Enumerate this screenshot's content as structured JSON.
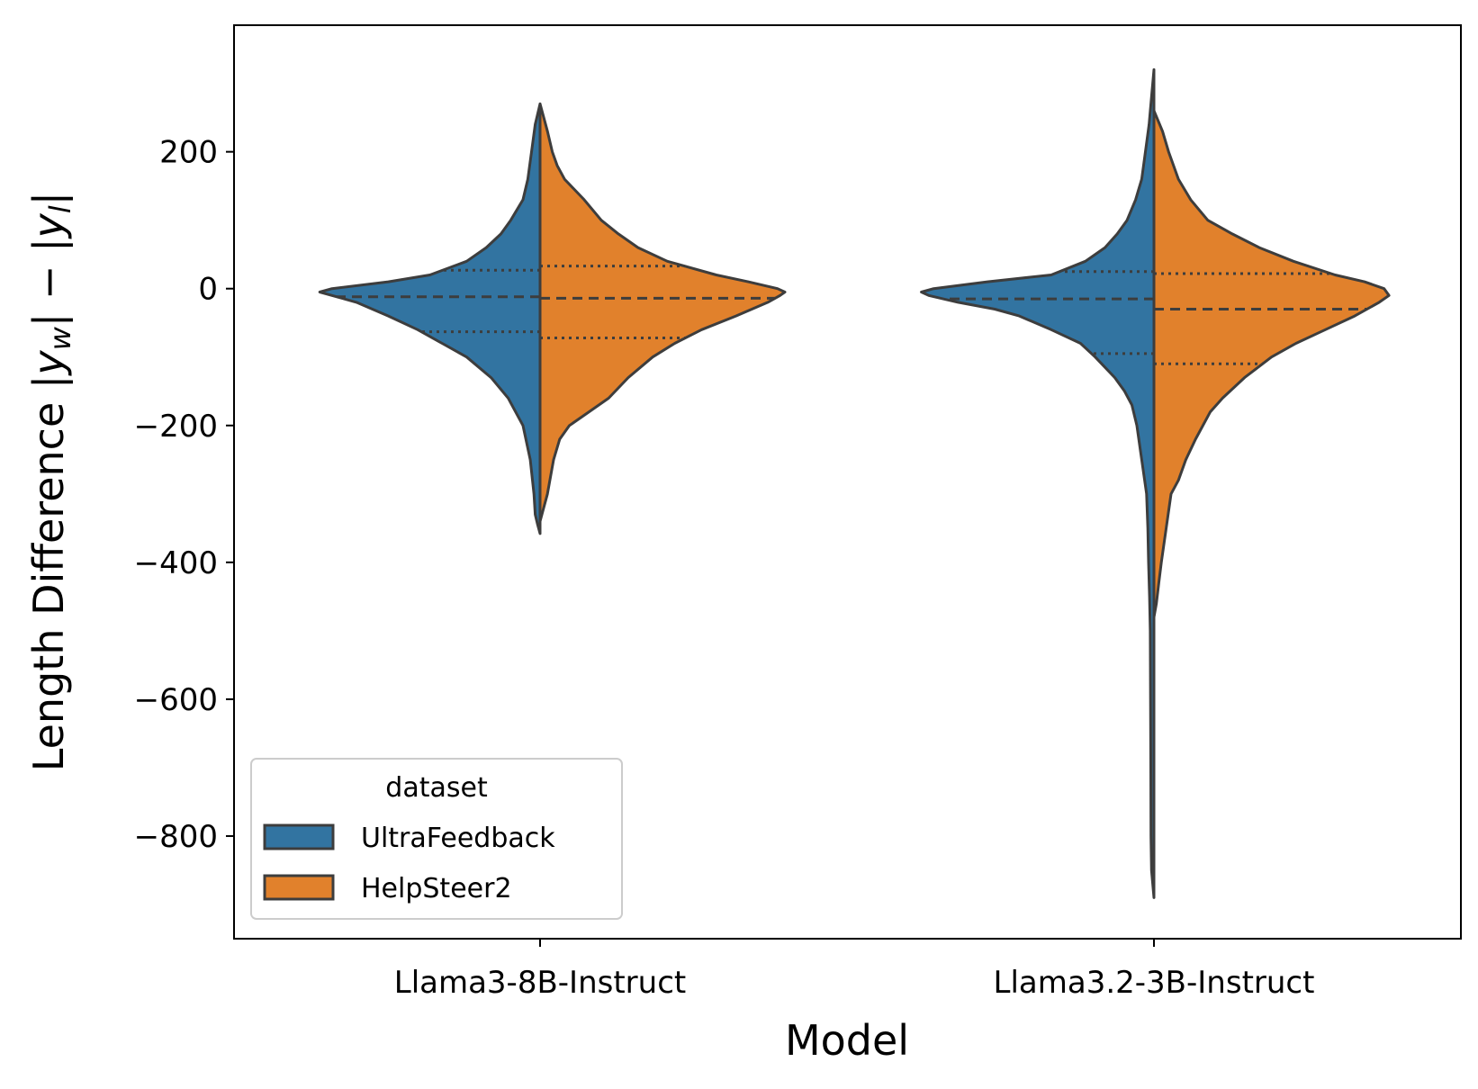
{
  "chart_data": {
    "type": "violin",
    "split": true,
    "categories": [
      "Llama3-8B-Instruct",
      "Llama3.2-3B-Instruct"
    ],
    "xlabel": "Model",
    "ylabel_parts": {
      "prefix": "Length Difference |",
      "y1": "y",
      "s1": "w",
      "mid": "| − |",
      "y2": "y",
      "s2": "l",
      "suffix": "|"
    },
    "ylim": [
      -950,
      385
    ],
    "yticks": [
      200,
      0,
      -200,
      -400,
      -600,
      -800
    ],
    "ytick_labels": [
      "200",
      "0",
      "−200",
      "−400",
      "−600",
      "−800"
    ],
    "legend": {
      "title": "dataset",
      "position": "lower-left",
      "entries": [
        {
          "label": "UltraFeedback",
          "color": "#3274a1"
        },
        {
          "label": "HelpSteer2",
          "color": "#e1812c"
        }
      ]
    },
    "colors": {
      "UltraFeedback": "#3274a1",
      "HelpSteer2": "#e1812c",
      "outline": "#3d3d3d"
    },
    "series": [
      {
        "name": "UltraFeedback",
        "side": "left",
        "groups": [
          {
            "category": "Llama3-8B-Instruct",
            "quartiles": {
              "q1": -63,
              "median": -12,
              "q3": 27
            },
            "density": [
              [
                -358,
                0.0
              ],
              [
                -345,
                0.01
              ],
              [
                -330,
                0.02
              ],
              [
                -300,
                0.025
              ],
              [
                -250,
                0.04
              ],
              [
                -200,
                0.07
              ],
              [
                -160,
                0.13
              ],
              [
                -130,
                0.2
              ],
              [
                -100,
                0.3
              ],
              [
                -80,
                0.4
              ],
              [
                -60,
                0.5
              ],
              [
                -40,
                0.62
              ],
              [
                -20,
                0.75
              ],
              [
                -10,
                0.85
              ],
              [
                -5,
                0.9
              ],
              [
                0,
                0.85
              ],
              [
                10,
                0.62
              ],
              [
                20,
                0.45
              ],
              [
                40,
                0.3
              ],
              [
                60,
                0.22
              ],
              [
                80,
                0.16
              ],
              [
                100,
                0.12
              ],
              [
                130,
                0.07
              ],
              [
                160,
                0.05
              ],
              [
                200,
                0.035
              ],
              [
                240,
                0.02
              ],
              [
                270,
                0.0
              ]
            ]
          },
          {
            "category": "Llama3.2-3B-Instruct",
            "quartiles": {
              "q1": -95,
              "median": -15,
              "q3": 25
            },
            "density": [
              [
                -890,
                0.0
              ],
              [
                -850,
                0.01
              ],
              [
                -800,
                0.012
              ],
              [
                -700,
                0.013
              ],
              [
                -600,
                0.014
              ],
              [
                -500,
                0.015
              ],
              [
                -450,
                0.018
              ],
              [
                -400,
                0.022
              ],
              [
                -350,
                0.025
              ],
              [
                -300,
                0.03
              ],
              [
                -250,
                0.05
              ],
              [
                -200,
                0.07
              ],
              [
                -170,
                0.09
              ],
              [
                -150,
                0.12
              ],
              [
                -130,
                0.16
              ],
              [
                -100,
                0.24
              ],
              [
                -80,
                0.3
              ],
              [
                -60,
                0.42
              ],
              [
                -40,
                0.55
              ],
              [
                -30,
                0.65
              ],
              [
                -20,
                0.8
              ],
              [
                -10,
                0.92
              ],
              [
                -5,
                0.95
              ],
              [
                0,
                0.9
              ],
              [
                10,
                0.68
              ],
              [
                20,
                0.42
              ],
              [
                40,
                0.28
              ],
              [
                60,
                0.2
              ],
              [
                80,
                0.15
              ],
              [
                100,
                0.11
              ],
              [
                130,
                0.075
              ],
              [
                160,
                0.05
              ],
              [
                200,
                0.035
              ],
              [
                240,
                0.02
              ],
              [
                280,
                0.01
              ],
              [
                320,
                0.0
              ]
            ]
          }
        ]
      },
      {
        "name": "HelpSteer2",
        "side": "right",
        "groups": [
          {
            "category": "Llama3-8B-Instruct",
            "quartiles": {
              "q1": -72,
              "median": -14,
              "q3": 33
            },
            "density": [
              [
                -340,
                0.0
              ],
              [
                -320,
                0.015
              ],
              [
                -300,
                0.03
              ],
              [
                -280,
                0.04
              ],
              [
                -250,
                0.055
              ],
              [
                -220,
                0.08
              ],
              [
                -200,
                0.12
              ],
              [
                -180,
                0.2
              ],
              [
                -160,
                0.28
              ],
              [
                -130,
                0.36
              ],
              [
                -100,
                0.46
              ],
              [
                -80,
                0.55
              ],
              [
                -60,
                0.66
              ],
              [
                -40,
                0.8
              ],
              [
                -20,
                0.93
              ],
              [
                -10,
                0.98
              ],
              [
                -5,
                1.0
              ],
              [
                0,
                0.97
              ],
              [
                10,
                0.85
              ],
              [
                20,
                0.72
              ],
              [
                40,
                0.52
              ],
              [
                60,
                0.4
              ],
              [
                80,
                0.32
              ],
              [
                100,
                0.25
              ],
              [
                130,
                0.18
              ],
              [
                160,
                0.1
              ],
              [
                180,
                0.07
              ],
              [
                200,
                0.05
              ],
              [
                230,
                0.03
              ],
              [
                270,
                0.0
              ]
            ]
          },
          {
            "category": "Llama3.2-3B-Instruct",
            "quartiles": {
              "q1": -110,
              "median": -30,
              "q3": 22
            },
            "density": [
              [
                -480,
                0.0
              ],
              [
                -460,
                0.01
              ],
              [
                -430,
                0.02
              ],
              [
                -400,
                0.03
              ],
              [
                -350,
                0.05
              ],
              [
                -300,
                0.07
              ],
              [
                -280,
                0.1
              ],
              [
                -250,
                0.13
              ],
              [
                -220,
                0.17
              ],
              [
                -180,
                0.23
              ],
              [
                -160,
                0.28
              ],
              [
                -130,
                0.37
              ],
              [
                -100,
                0.48
              ],
              [
                -80,
                0.58
              ],
              [
                -60,
                0.7
              ],
              [
                -40,
                0.82
              ],
              [
                -20,
                0.92
              ],
              [
                -10,
                0.96
              ],
              [
                0,
                0.94
              ],
              [
                10,
                0.86
              ],
              [
                20,
                0.74
              ],
              [
                40,
                0.57
              ],
              [
                60,
                0.43
              ],
              [
                80,
                0.32
              ],
              [
                100,
                0.22
              ],
              [
                130,
                0.15
              ],
              [
                160,
                0.1
              ],
              [
                200,
                0.06
              ],
              [
                230,
                0.035
              ],
              [
                260,
                0.0
              ]
            ]
          }
        ]
      }
    ]
  }
}
